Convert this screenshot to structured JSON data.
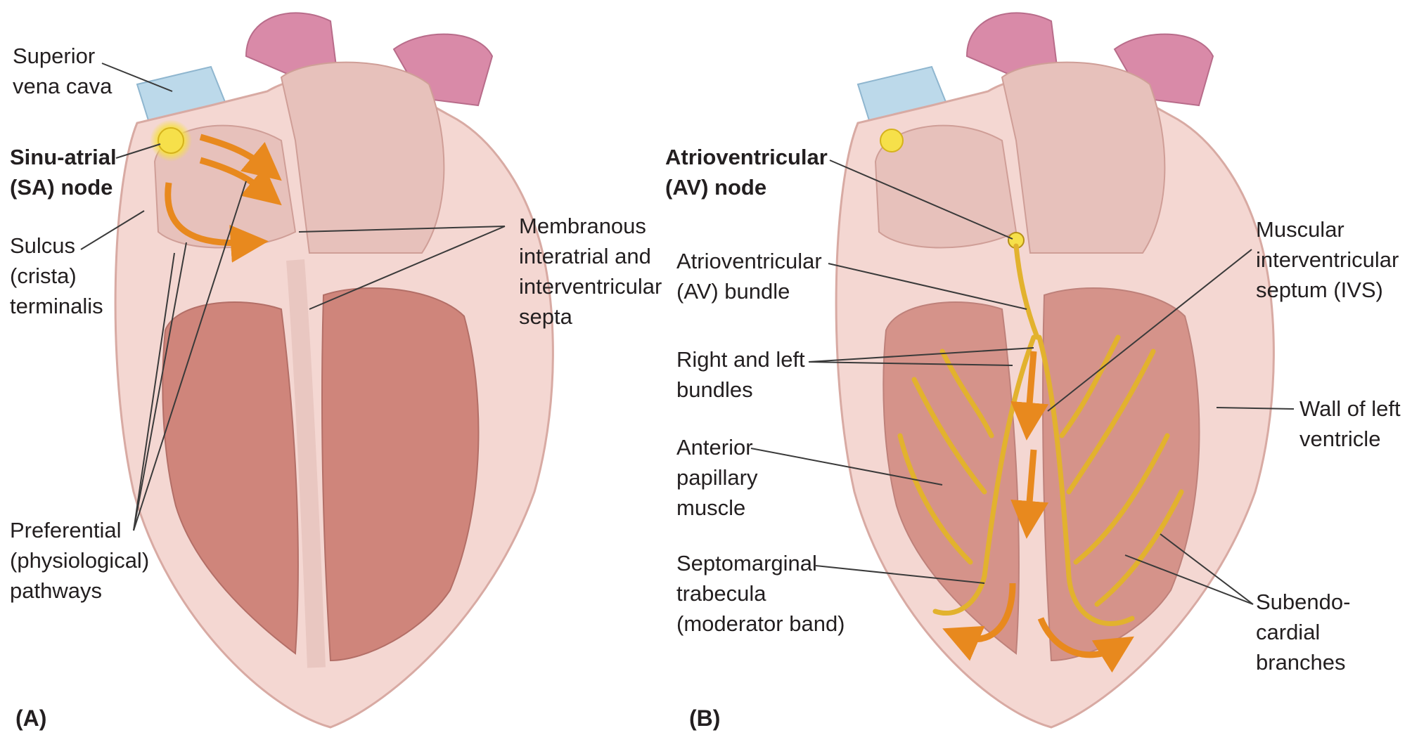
{
  "panels": [
    {
      "id": "A",
      "panel_label": "(A)",
      "labels": {
        "superior_vena_cava": "Superior\nvena cava",
        "sa_node": "Sinu-atrial\n(SA) node",
        "sulcus_terminalis": "Sulcus\n(crista)\nterminalis",
        "preferential_pathways": "Preferential\n(physiological)\npathways",
        "membranous_septa": "Membranous\ninteratrial and\ninterventricular\nsepta"
      }
    },
    {
      "id": "B",
      "panel_label": "(B)",
      "labels": {
        "av_node": "Atrioventricular\n(AV) node",
        "av_bundle": "Atrioventricular\n(AV) bundle",
        "right_left_bundles": "Right and left\nbundles",
        "anterior_papillary": "Anterior\npapillary\nmuscle",
        "septomarginal": "Septomarginal\ntrabecula\n(moderator band)",
        "muscular_ivs": "Muscular\ninterventricular\nseptum (IVS)",
        "wall_left_ventricle": "Wall of left\nventricle",
        "subendocardial": "Subendo-\ncardial\nbranches"
      }
    }
  ],
  "colors": {
    "heart_wall": "#f4d7d2",
    "chamber": "#e7c1bb",
    "myocardium": "#c9776d",
    "vessel_blue": "#bcd9ea",
    "vessel_pink": "#d98aa8",
    "node_yellow": "#f6e04a",
    "conduction": "#e2b22e",
    "arrow_orange": "#e8891e",
    "leader_line": "#3a3a3a"
  }
}
